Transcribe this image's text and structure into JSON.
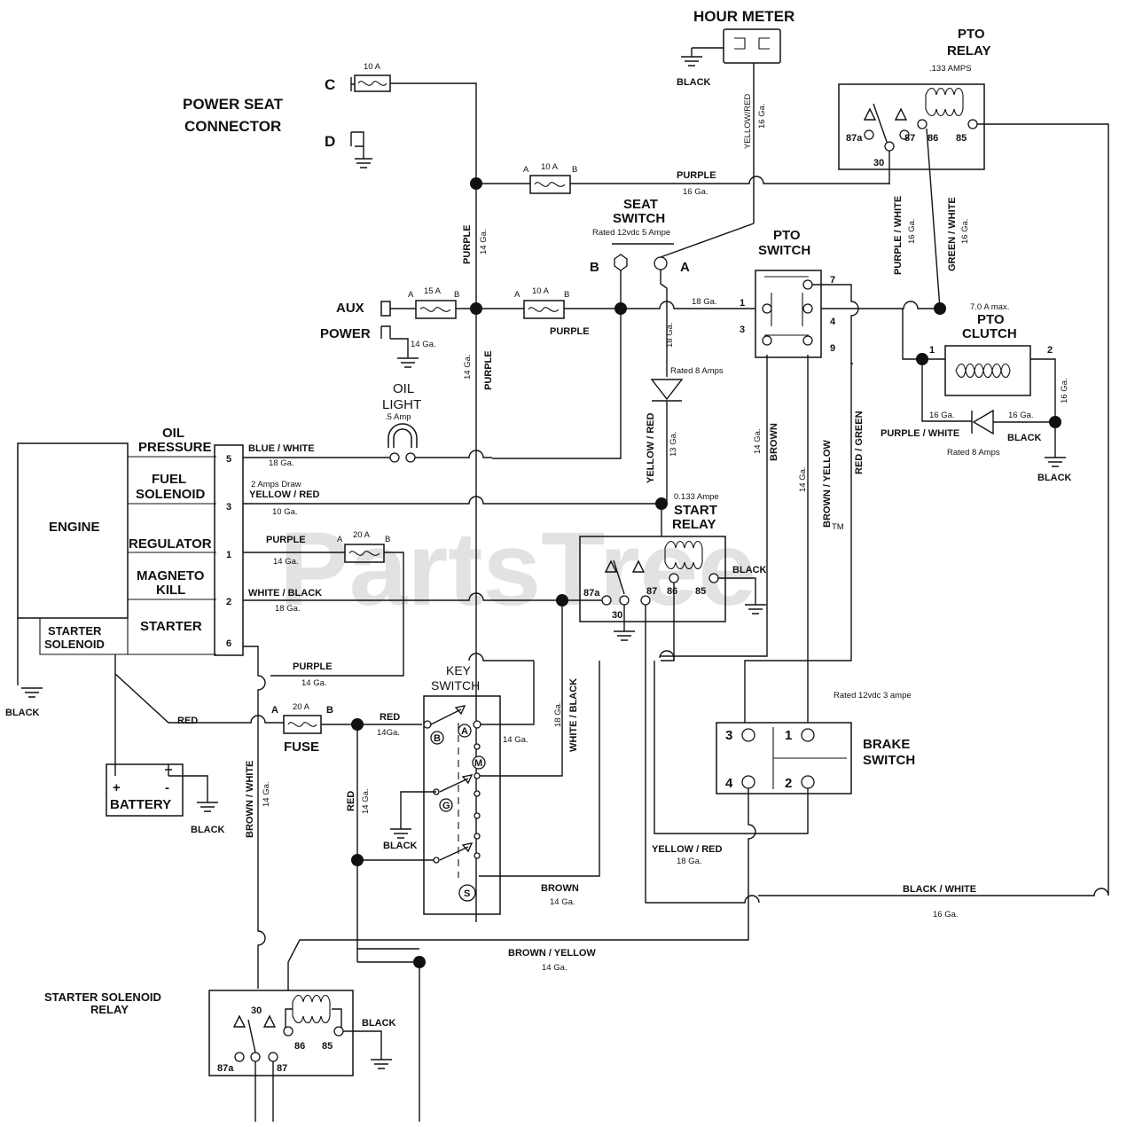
{
  "watermark": "PartsTree",
  "watermark_mark": "TM",
  "hour_meter": {
    "title": "HOUR METER",
    "ground": "BLACK",
    "wire": "YELLOW/RED",
    "gauge": "16 Ga."
  },
  "pto_relay": {
    "title_1": "PTO",
    "title_2": "RELAY",
    "rating": ".133 AMPS",
    "pins": [
      "87a",
      "87",
      "86",
      "85",
      "30"
    ]
  },
  "power_seat": {
    "title_1": "POWER SEAT",
    "title_2": "CONNECTOR",
    "pin_c": "C",
    "pin_d": "D",
    "fuse_c": "10 A"
  },
  "seat_switch": {
    "title_1": "SEAT",
    "title_2": "SWITCH",
    "rating": "Rated 12vdc   5 Ampe",
    "pin_b": "B",
    "pin_a": "A"
  },
  "purple_top": {
    "wire": "PURPLE",
    "gauge": "16 Ga.",
    "fuse": "10 A",
    "a": "A",
    "b": "B"
  },
  "pto_switch": {
    "title_1": "PTO",
    "title_2": "SWITCH",
    "pins": [
      "1",
      "3",
      "7",
      "4",
      "9"
    ]
  },
  "aux": {
    "aux": "AUX",
    "power": "POWER",
    "gauge": "14 Ga.",
    "fuse": "15 A",
    "a": "A",
    "b": "B"
  },
  "fuse_mid": {
    "rating": "10 A",
    "a": "A",
    "b": "B",
    "wire": "PURPLE"
  },
  "gauge_18": "18 Ga.",
  "pto_clutch": {
    "max": "7.0 A max.",
    "title_1": "PTO",
    "title_2": "CLUTCH",
    "pin_1": "1",
    "pin_2": "2",
    "wire": "PURPLE / WHITE",
    "ground": "BLACK",
    "ground_2": "BLACK",
    "gauge_a": "16 Ga.",
    "gauge_b": "16 Ga.",
    "gauge_c": "16 Ga.",
    "diode": "Rated 8 Amps"
  },
  "wires": {
    "purple_14": "PURPLE",
    "purple_14_ga": "14 Ga.",
    "purple_low": "PURPLE",
    "purple_low_ga": "14 Ga.",
    "yellow_red_18": "18 Ga.",
    "diode_seat": "Rated 8 Amps",
    "yellow_red_v": "YELLOW / RED",
    "yellow_red_v_ga": "13 Ga.",
    "brown_v": "BROWN",
    "brown_v_ga": "14 Ga.",
    "brown_yellow_v": "BROWN / YELLOW",
    "brown_yellow_v_ga": "14 Ga.",
    "red_green_v": "RED / GREEN",
    "purple_white_v": "PURPLE / WHITE",
    "purple_white_v_ga": "16 Ga.",
    "green_white_v": "GREEN / WHITE",
    "green_white_v_ga": "16 Ga.",
    "white_black_v": "WHITE / BLACK",
    "white_black_v_ga": "18 Ga.",
    "brown_white_v": "BROWN / WHITE",
    "brown_white_v_ga": "14 Ga.",
    "red_v": "RED",
    "red_v_ga": "14 Ga.",
    "red_h": "RED",
    "red_h_ga": "14Ga.",
    "red_bat": "RED",
    "key_a_ga": "14 Ga.",
    "purple_sol": "PURPLE",
    "purple_sol_ga": "14 Ga.",
    "yr_bottom": "YELLOW / RED",
    "yr_bottom_ga": "18 Ga.",
    "brown_bottom": "BROWN",
    "brown_bottom_ga": "14 Ga.",
    "bw_bottom": "BLACK / WHITE",
    "bw_bottom_ga": "16 Ga.",
    "by_bottom": "BROWN / YELLOW",
    "by_bottom_ga": "14 Ga."
  },
  "oil_light": {
    "title_1": "OIL",
    "title_2": "LIGHT",
    "rating": ".5 Amp"
  },
  "engine": {
    "title": "ENGINE",
    "oil_pressure_1": "OIL",
    "oil_pressure_2": "PRESSURE",
    "fuel_1": "FUEL",
    "fuel_2": "SOLENOID",
    "regulator": "REGULATOR",
    "magneto_1": "MAGNETO",
    "magneto_2": "KILL",
    "starter": "STARTER",
    "starter_sol_1": "STARTER",
    "starter_sol_2": "SOLENOID",
    "ground": "BLACK",
    "pins": [
      "5",
      "3",
      "1",
      "2",
      "6"
    ],
    "w5": "BLUE / WHITE",
    "w5_ga": "18 Ga.",
    "w3_note": "2 Amps Draw",
    "w3": "YELLOW / RED",
    "w3_ga": "10 Ga.",
    "w1": "PURPLE",
    "w1_ga": "14 Ga.",
    "w1_fuse": "20 A",
    "w1_a": "A",
    "w1_b": "B",
    "w2": "WHITE / BLACK",
    "w2_ga": "18 Ga."
  },
  "start_relay": {
    "rating": "0.133 Ampe",
    "title_1": "START",
    "title_2": "RELAY",
    "ground": "BLACK",
    "pins": [
      "87a",
      "87",
      "86",
      "85",
      "30"
    ]
  },
  "fuse_main": {
    "rating": "20 A",
    "a": "A",
    "b": "B",
    "label": "FUSE"
  },
  "battery": {
    "plus": "+",
    "minus": "-",
    "label": "BATTERY",
    "ground": "BLACK"
  },
  "key_switch": {
    "title_1": "KEY",
    "title_2": "SWITCH",
    "b": "B",
    "a": "A",
    "m": "M",
    "g": "G",
    "s": "S",
    "ground": "BLACK"
  },
  "brake_switch": {
    "rating": "Rated 12vdc   3 ampe",
    "title_1": "BRAKE",
    "title_2": "SWITCH",
    "p3": "3",
    "p1": "1",
    "p4": "4",
    "p2": "2"
  },
  "starter_relay": {
    "title_1": "STARTER SOLENOID",
    "title_2": "RELAY",
    "ground": "BLACK",
    "pins": [
      "30",
      "86",
      "85",
      "87a",
      "87"
    ]
  }
}
